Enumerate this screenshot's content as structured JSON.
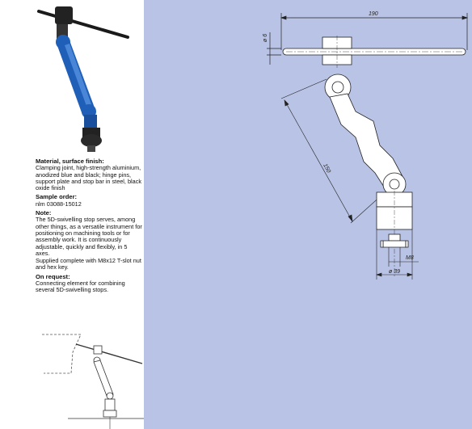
{
  "info": {
    "material_heading": "Material, surface finish:",
    "material_text": "Clamping joint, high-strength aluminium, anodized blue and black; hinge pins, support plate and stop bar in steel, black oxide finish",
    "sample_heading": "Sample order:",
    "sample_text": "nlm 03088-15012",
    "note_heading": "Note:",
    "note_text_1": "The 5D-swivelling stop serves, among other things, as a versatile instrument for positioning on machining tools or for assembly work. It is continuously adjustable, quickly and flexibly, in 5 axes.",
    "note_text_2": "Supplied complete with M8x12 T-slot nut and hex key.",
    "request_heading": "On request:",
    "request_text": "Connecting element for combining several 5D-swivelling stops."
  },
  "dimensions": {
    "bar_length": "190",
    "bar_diameter": "ø 6",
    "arm_length": "150",
    "thread": "M8",
    "base_diameter": "ø 39"
  },
  "colors": {
    "panel_bg": "#b9c3e5",
    "product_blue": "#1f5fb8"
  }
}
